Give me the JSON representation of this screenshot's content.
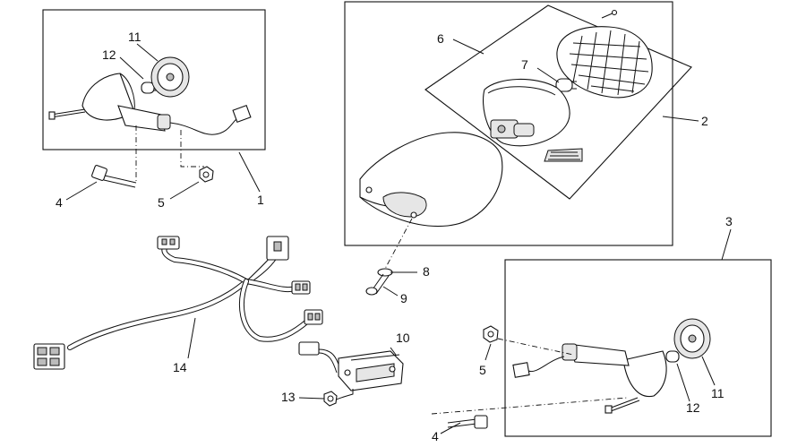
{
  "callouts": {
    "c1": "1",
    "c2": "2",
    "c3": "3",
    "c4a": "4",
    "c4b": "4",
    "c5a": "5",
    "c5b": "5",
    "c6": "6",
    "c7": "7",
    "c8": "8",
    "c9": "9",
    "c10": "10",
    "c11a": "11",
    "c11b": "11",
    "c12a": "12",
    "c12b": "12",
    "c13": "13",
    "c14": "14"
  }
}
